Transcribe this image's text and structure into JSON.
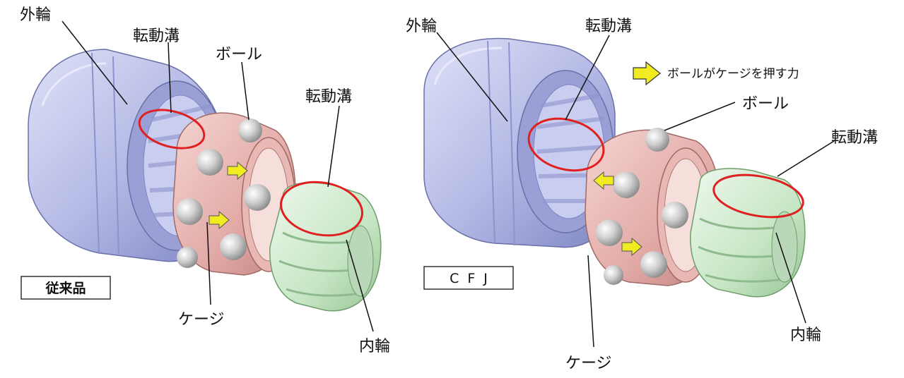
{
  "colors": {
    "outer_ring": "#b8bde8",
    "cage": "#e6b5b2",
    "inner_ring": "#cfeacd",
    "ball": "#d9d9d9",
    "highlight_ellipse": "#e02020",
    "force_arrow": "#f0ec20"
  },
  "left": {
    "outer_ring_label": "外輪",
    "groove_label_outer": "転動溝",
    "ball_label": "ボール",
    "groove_label_inner": "転動溝",
    "cage_label": "ケージ",
    "inner_ring_label": "内輪",
    "box_label": "従来品"
  },
  "right": {
    "outer_ring_label": "外輪",
    "groove_label_outer": "転動溝",
    "legend_text": "ボールがケージを押す力",
    "ball_label": "ボール",
    "groove_label_inner": "転動溝",
    "cage_label": "ケージ",
    "inner_ring_label": "内輪",
    "box_label": "CFJ"
  }
}
